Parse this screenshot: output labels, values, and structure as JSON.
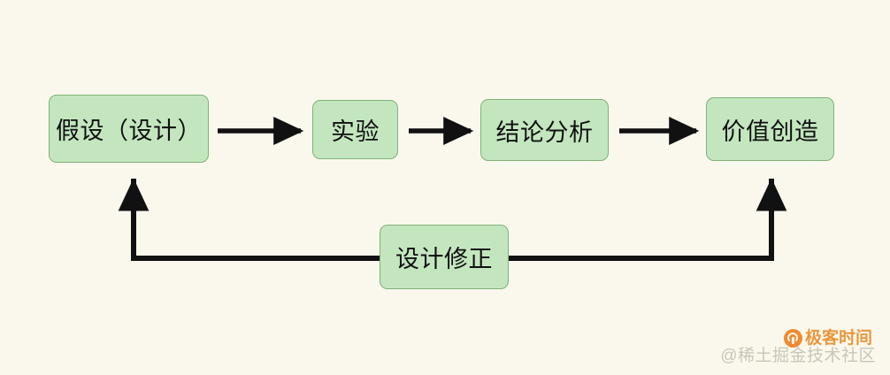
{
  "diagram": {
    "title": "",
    "background_color": "#faf8ed",
    "node_fill_color": "#c3e6bf",
    "node_border_color": "#7fb277",
    "edge_color": "#111111",
    "nodes": [
      {
        "id": "hypothesis",
        "label": "假设（设计）"
      },
      {
        "id": "experiment",
        "label": "实验"
      },
      {
        "id": "analysis",
        "label": "结论分析"
      },
      {
        "id": "value",
        "label": "价值创造"
      },
      {
        "id": "revision",
        "label": "设计修正"
      }
    ],
    "edges": [
      {
        "id": "edge-hypothesis-experiment",
        "from": "hypothesis",
        "to": "experiment",
        "style": "arrow"
      },
      {
        "id": "edge-experiment-analysis",
        "from": "experiment",
        "to": "analysis",
        "style": "arrow"
      },
      {
        "id": "edge-analysis-value",
        "from": "analysis",
        "to": "value",
        "style": "arrow"
      },
      {
        "id": "edge-revision-hypothesis",
        "from": "revision",
        "to": "hypothesis",
        "style": "elbow-arrow"
      },
      {
        "id": "edge-revision-value",
        "from": "revision",
        "to": "value",
        "style": "elbow-arrow"
      }
    ]
  },
  "watermark": {
    "brand_text": "极客时间",
    "brand_color": "#e98e2c",
    "logo_icon": "geektime-logo-icon",
    "community_text": "@稀土掘金技术社区",
    "community_color": "#c9c6b8"
  }
}
